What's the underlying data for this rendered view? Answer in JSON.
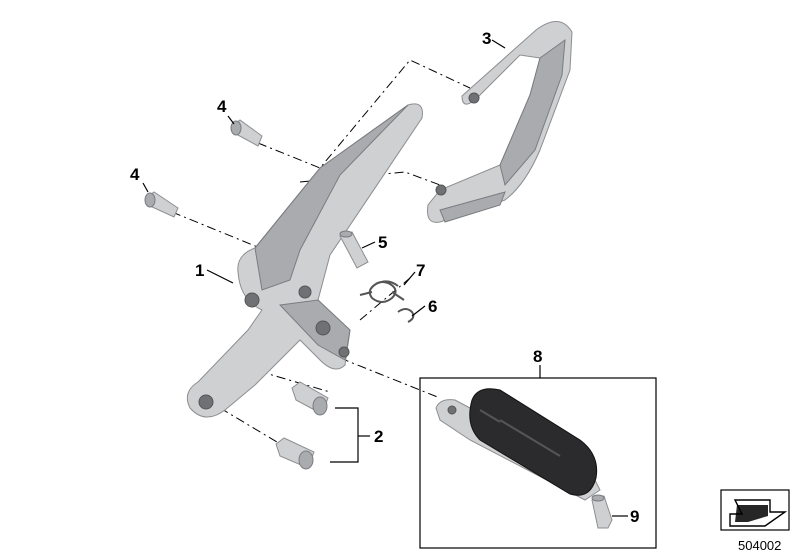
{
  "callouts": {
    "c1": "1",
    "c2": "2",
    "c3": "3",
    "c4a": "4",
    "c4b": "4",
    "c5": "5",
    "c6": "6",
    "c7": "7",
    "c8": "8",
    "c9": "9"
  },
  "reference_number": "504002",
  "icons": {
    "reference_icon": "arrow-wedge-icon"
  }
}
